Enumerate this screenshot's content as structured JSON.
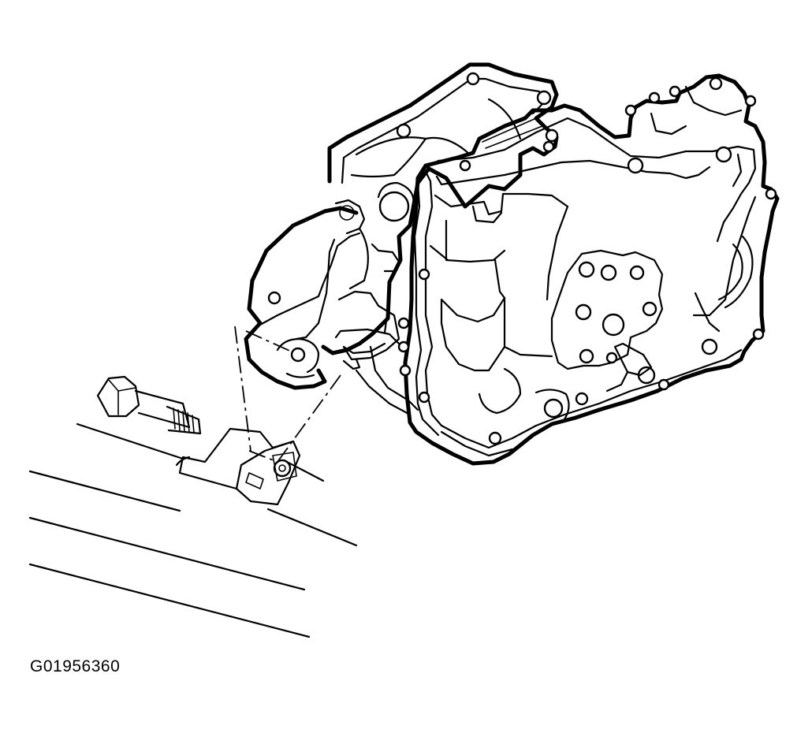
{
  "figure": {
    "code": "G01956360"
  },
  "parts": {
    "transaxle": "transaxle-assembly",
    "mount_bolt": "mount-bolt",
    "mount_bracket": "mount-bracket",
    "frame_rail": "frame-rail"
  }
}
